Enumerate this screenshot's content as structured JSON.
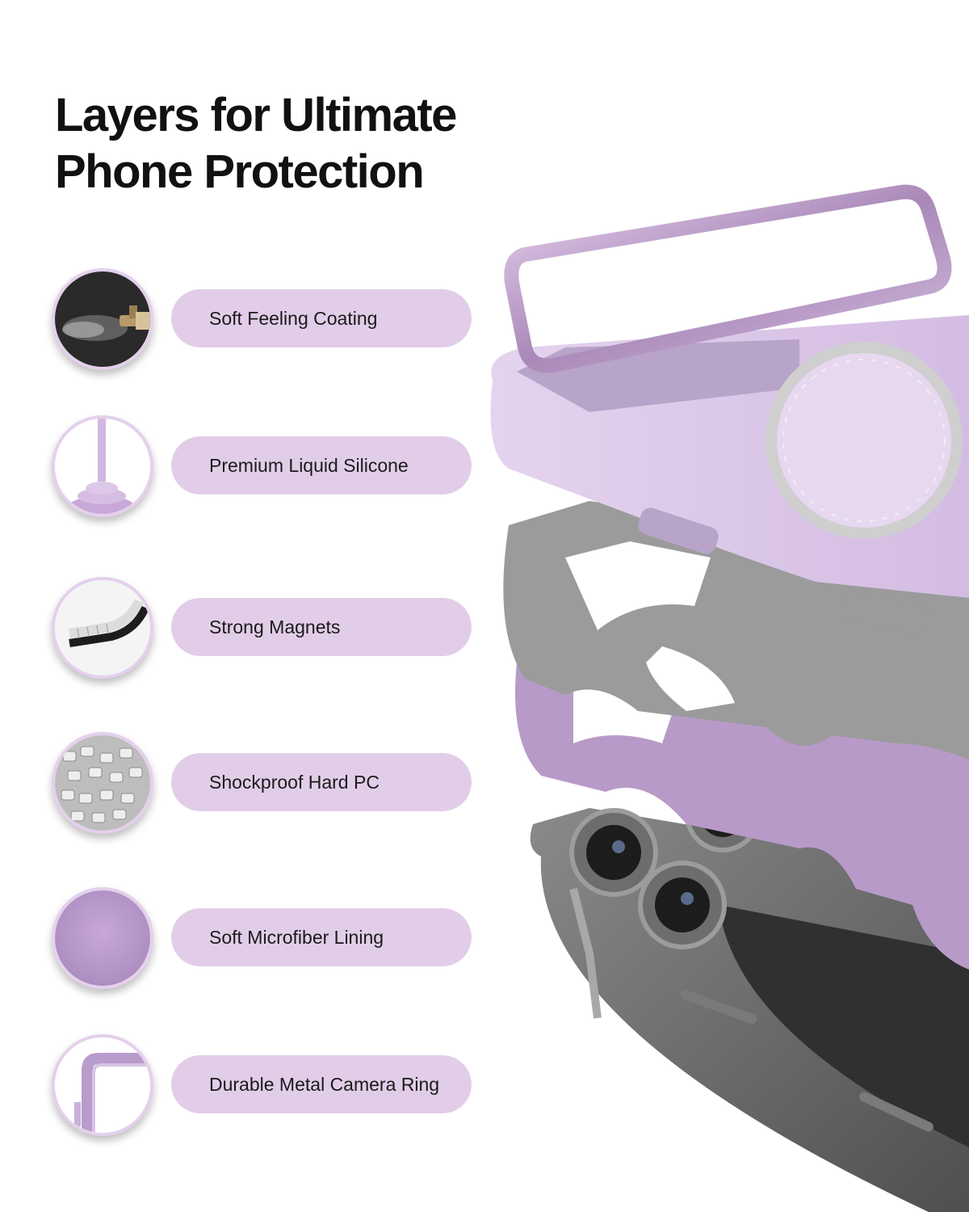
{
  "headline": {
    "line1": "Layers for Ultimate",
    "line2": "Phone Protection"
  },
  "features": [
    {
      "label": "Soft Feeling Coating",
      "icon": "spray-nozzle-icon"
    },
    {
      "label": "Premium Liquid Silicone",
      "icon": "liquid-silicone-icon"
    },
    {
      "label": "Strong Magnets",
      "icon": "magnet-strip-icon"
    },
    {
      "label": "Shockproof Hard PC",
      "icon": "pc-pellets-icon"
    },
    {
      "label": "Soft Microfiber Lining",
      "icon": "microfiber-icon"
    },
    {
      "label": "Durable Metal Camera Ring",
      "icon": "camera-ring-icon"
    }
  ],
  "colors": {
    "pill": "#e2cde8",
    "lavender": "#d9c0e6",
    "lavender_dark": "#b79ac8",
    "shell_gray": "#9b9b9b",
    "phone_gray": "#6b6b6b"
  }
}
